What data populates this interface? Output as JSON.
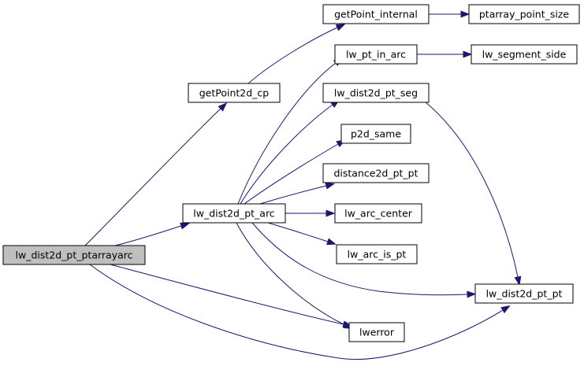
{
  "nodes": [
    {
      "id": "lw_dist2d_pt_ptarrayarc",
      "label": "lw_dist2d_pt_ptarrayarc",
      "root": true
    },
    {
      "id": "getPoint2d_cp",
      "label": "getPoint2d_cp"
    },
    {
      "id": "lw_dist2d_pt_arc",
      "label": "lw_dist2d_pt_arc"
    },
    {
      "id": "lwerror",
      "label": "lwerror"
    },
    {
      "id": "lw_dist2d_pt_pt",
      "label": "lw_dist2d_pt_pt"
    },
    {
      "id": "getPoint_internal",
      "label": "getPoint_internal"
    },
    {
      "id": "ptarray_point_size",
      "label": "ptarray_point_size"
    },
    {
      "id": "lw_pt_in_arc",
      "label": "lw_pt_in_arc"
    },
    {
      "id": "lw_segment_side",
      "label": "lw_segment_side"
    },
    {
      "id": "lw_dist2d_pt_seg",
      "label": "lw_dist2d_pt_seg"
    },
    {
      "id": "p2d_same",
      "label": "p2d_same"
    },
    {
      "id": "distance2d_pt_pt",
      "label": "distance2d_pt_pt"
    },
    {
      "id": "lw_arc_center",
      "label": "lw_arc_center"
    },
    {
      "id": "lw_arc_is_pt",
      "label": "lw_arc_is_pt"
    }
  ],
  "edges": [
    {
      "from": "lw_dist2d_pt_ptarrayarc",
      "to": "getPoint2d_cp"
    },
    {
      "from": "lw_dist2d_pt_ptarrayarc",
      "to": "lw_dist2d_pt_arc"
    },
    {
      "from": "lw_dist2d_pt_ptarrayarc",
      "to": "lwerror"
    },
    {
      "from": "lw_dist2d_pt_ptarrayarc",
      "to": "lw_dist2d_pt_pt"
    },
    {
      "from": "getPoint2d_cp",
      "to": "getPoint_internal"
    },
    {
      "from": "getPoint_internal",
      "to": "ptarray_point_size"
    },
    {
      "from": "lw_dist2d_pt_arc",
      "to": "lw_pt_in_arc"
    },
    {
      "from": "lw_dist2d_pt_arc",
      "to": "lw_dist2d_pt_seg"
    },
    {
      "from": "lw_dist2d_pt_arc",
      "to": "p2d_same"
    },
    {
      "from": "lw_dist2d_pt_arc",
      "to": "distance2d_pt_pt"
    },
    {
      "from": "lw_dist2d_pt_arc",
      "to": "lw_arc_center"
    },
    {
      "from": "lw_dist2d_pt_arc",
      "to": "lw_arc_is_pt"
    },
    {
      "from": "lw_dist2d_pt_arc",
      "to": "lw_dist2d_pt_pt"
    },
    {
      "from": "lw_dist2d_pt_arc",
      "to": "lwerror"
    },
    {
      "from": "lw_pt_in_arc",
      "to": "lw_segment_side"
    },
    {
      "from": "lw_dist2d_pt_seg",
      "to": "lw_dist2d_pt_pt"
    }
  ],
  "colors": {
    "edge": "#191970",
    "node_border": "#000000",
    "node_fill": "#ffffff",
    "root_fill": "#bfbfbf",
    "background": "#ffffff"
  }
}
